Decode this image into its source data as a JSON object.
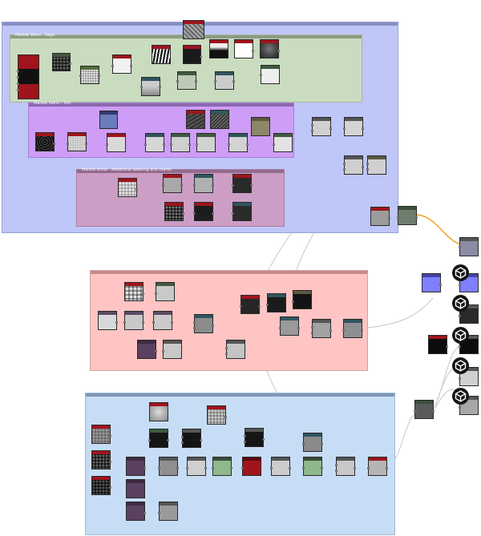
{
  "frames": {
    "marble_outer": {
      "title": ""
    },
    "marble_veins": {
      "title": "Marble Veins - Sage"
    },
    "mid_purple": {
      "title": "Marble Veins - Tint"
    },
    "marble_pink": {
      "title": "Marble shine - Additional wearing and marks"
    },
    "red_section": {
      "title": ""
    },
    "blue_section": {
      "title": ""
    }
  },
  "icons": {
    "output": "3d-cube-icon"
  }
}
